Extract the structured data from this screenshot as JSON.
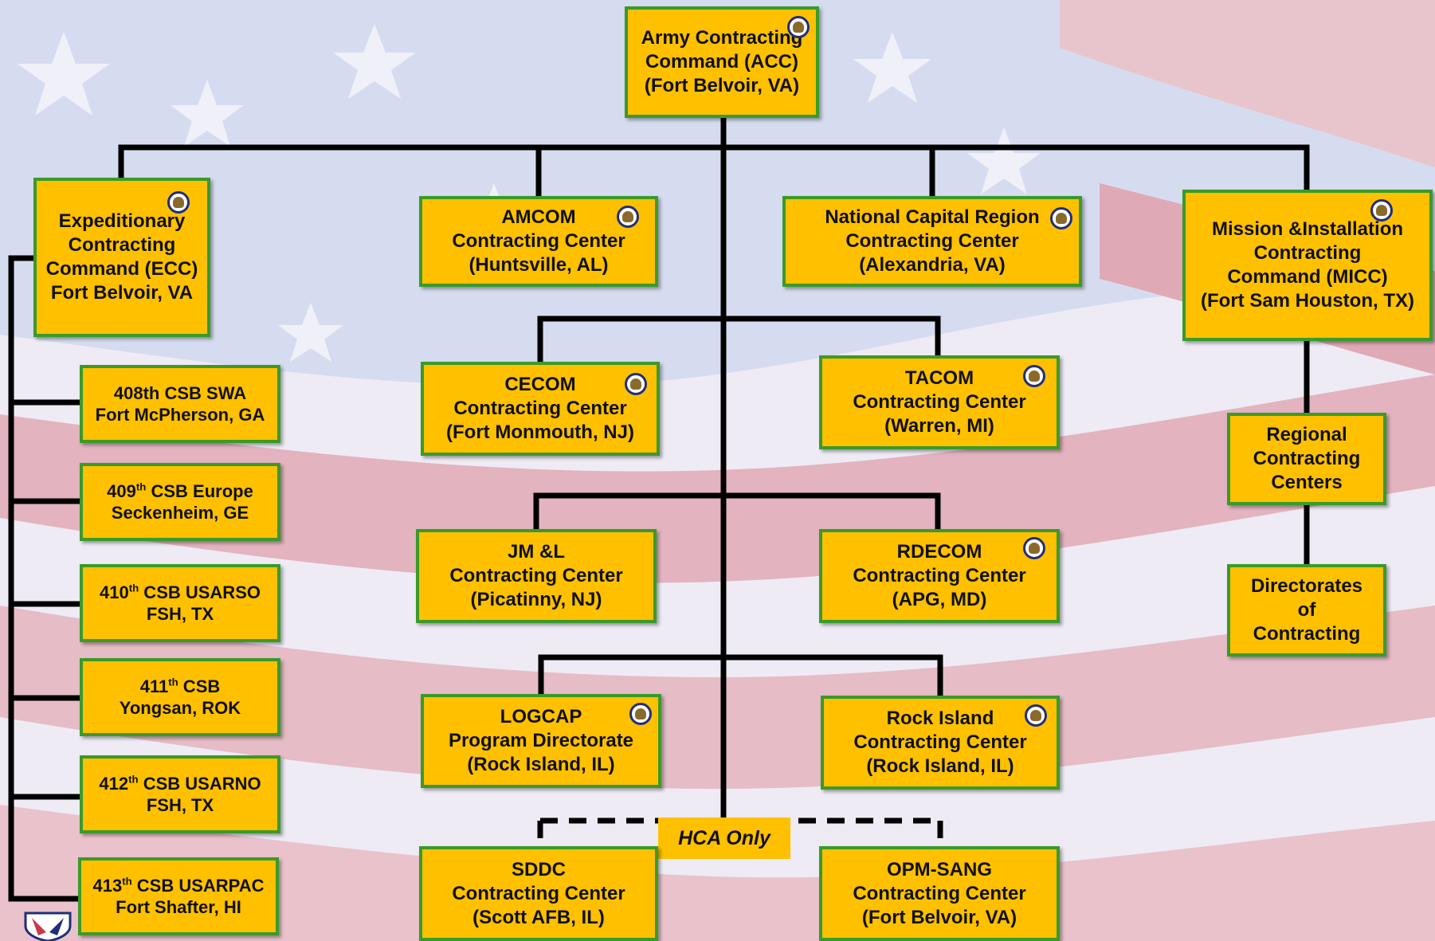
{
  "colors": {
    "box_fill": "#ffc000",
    "box_border": "#3a9a2a",
    "connector": "#000000",
    "background_red": "#c8394a",
    "background_blue": "#3f5aa8"
  },
  "icons": {
    "unit_seal": "unit-seal-icon",
    "corner_logo": "army-materiel-command-logo"
  },
  "root": {
    "lines": [
      "Army Contracting",
      "Command (ACC)",
      "(Fort Belvoir, VA)"
    ]
  },
  "ecc": {
    "lines": [
      "Expeditionary",
      "Contracting",
      "Command (ECC)",
      "Fort Belvoir, VA"
    ],
    "children": [
      {
        "unit": "408th",
        "rest": " CSB SWA",
        "place": "Fort McPherson, GA"
      },
      {
        "unit": "409",
        "sup": "th",
        "rest": " CSB Europe",
        "place": "Seckenheim, GE"
      },
      {
        "unit": "410",
        "sup": "th",
        "rest": " CSB USARSO",
        "place": "FSH, TX"
      },
      {
        "unit": "411",
        "sup": "th",
        "rest": " CSB",
        "place": "Yongsan, ROK"
      },
      {
        "unit": "412",
        "sup": "th",
        "rest": " CSB USARNO",
        "place": "FSH, TX"
      },
      {
        "unit": "413",
        "sup": "th",
        "rest": " CSB USARPAC",
        "place": "Fort Shafter, HI"
      }
    ]
  },
  "centers": {
    "amcom": [
      "AMCOM",
      "Contracting Center",
      "(Huntsville, AL)"
    ],
    "ncr": [
      "National Capital Region",
      "Contracting Center",
      "(Alexandria, VA)"
    ],
    "cecom": [
      "CECOM",
      "Contracting Center",
      "(Fort Monmouth, NJ)"
    ],
    "tacom": [
      "TACOM",
      "Contracting Center",
      "(Warren, MI)"
    ],
    "jml": [
      "JM &L",
      "Contracting Center",
      "(Picatinny, NJ)"
    ],
    "rdecom": [
      "RDECOM",
      "Contracting Center",
      "(APG, MD)"
    ],
    "logcap": [
      "LOGCAP",
      "Program Directorate",
      "(Rock Island, IL)"
    ],
    "rockisland": [
      "Rock Island",
      "Contracting Center",
      "(Rock Island, IL)"
    ],
    "sddc": [
      "SDDC",
      "Contracting Center",
      "(Scott AFB, IL)"
    ],
    "opm": [
      "OPM-SANG",
      "Contracting Center",
      "(Fort Belvoir, VA)"
    ]
  },
  "micc": {
    "lines": [
      "Mission &Installation",
      "Contracting",
      "Command (MICC)",
      "(Fort Sam Houston, TX)"
    ],
    "regional": [
      "Regional",
      "Contracting",
      "Centers"
    ],
    "directorates": [
      "Directorates",
      "of",
      "Contracting"
    ]
  },
  "hca_label": "HCA Only"
}
